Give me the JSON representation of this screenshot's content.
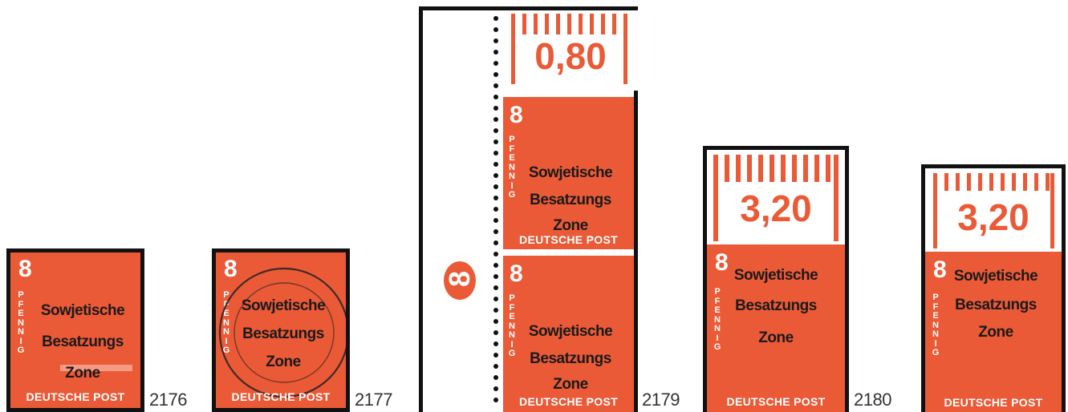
{
  "lots": [
    {
      "number": "2176"
    },
    {
      "number": "2177"
    },
    {
      "number": "2179"
    },
    {
      "number": "2180"
    }
  ],
  "stamp": {
    "denomination": "8",
    "pfennig": "PFENNIG",
    "deutsche_post": "DEUTSCHE POST",
    "overprint_line1": "Sowjetische",
    "overprint_line2": "Besatzungs",
    "overprint_line3": "Zone"
  },
  "margins": {
    "value_080": "0,80",
    "value_320": "3,20",
    "plate_number": "8"
  },
  "colors": {
    "stamp": "#eb5a37",
    "overprint": "#1a1a1a",
    "perforation_border": "#111111",
    "background": "#ffffff"
  }
}
